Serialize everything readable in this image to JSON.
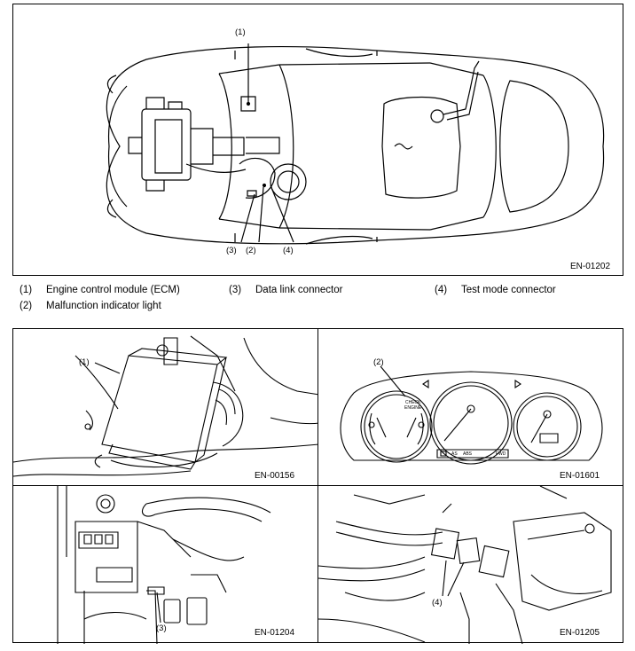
{
  "top_figure": {
    "code": "EN-01202",
    "callouts": [
      "(1)",
      "(3)",
      "(2)",
      "(4)"
    ]
  },
  "legend": [
    {
      "num": "(1)",
      "text": "Engine control module (ECM)"
    },
    {
      "num": "(3)",
      "text": "Data link connector"
    },
    {
      "num": "(4)",
      "text": "Test mode connector"
    },
    {
      "num": "(2)",
      "text": "Malfunction indicator light"
    }
  ],
  "panels": {
    "ecm": {
      "code": "EN-00156",
      "callout": "(1)"
    },
    "mil": {
      "code": "EN-01601",
      "callout": "(2)",
      "gauge_text": [
        "CHECK",
        "ENGINE",
        "AS",
        "ABS",
        "FWD"
      ]
    },
    "dlc": {
      "code": "EN-01204",
      "callout": "(3)"
    },
    "test": {
      "code": "EN-01205",
      "callout": "(4)"
    }
  }
}
